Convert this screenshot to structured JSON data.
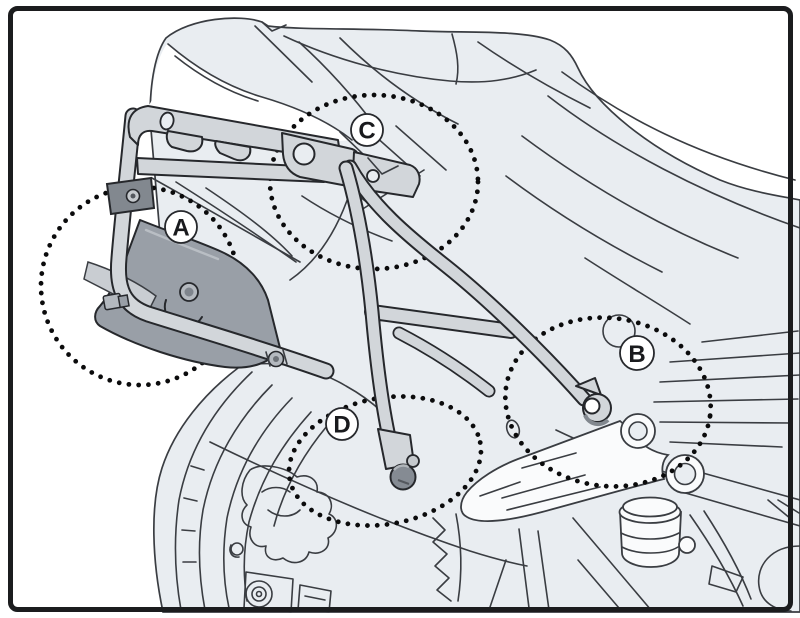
{
  "markers": [
    {
      "id": "A",
      "letter": "A"
    },
    {
      "id": "B",
      "letter": "B"
    },
    {
      "id": "C",
      "letter": "C"
    },
    {
      "id": "D",
      "letter": "D"
    }
  ],
  "colors": {
    "background": "#ffffff",
    "border": "#1b1c1e",
    "outline_dark": "#26282c",
    "outline_thin": "#3a3d42",
    "bodywork_fill": "#e9edf1",
    "rack_fill": "#d2d6da",
    "plate_fill": "#999fa7",
    "plate_dark": "#82888f",
    "dot_color": "#0b0b0c",
    "letter_color": "#191a1d",
    "marker_fill": "#ffffff",
    "white_part": "#fafbfc"
  }
}
